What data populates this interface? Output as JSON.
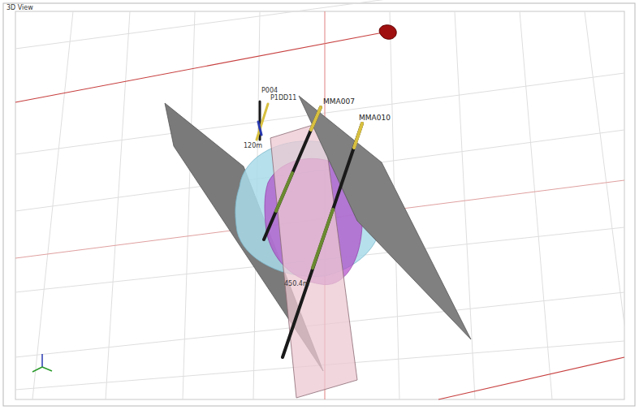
{
  "diagram": {
    "labels": [
      "3D View",
      "P004",
      "P1DD11",
      "MMA007",
      "MMA010",
      "120m",
      "450.4m"
    ]
  }
}
